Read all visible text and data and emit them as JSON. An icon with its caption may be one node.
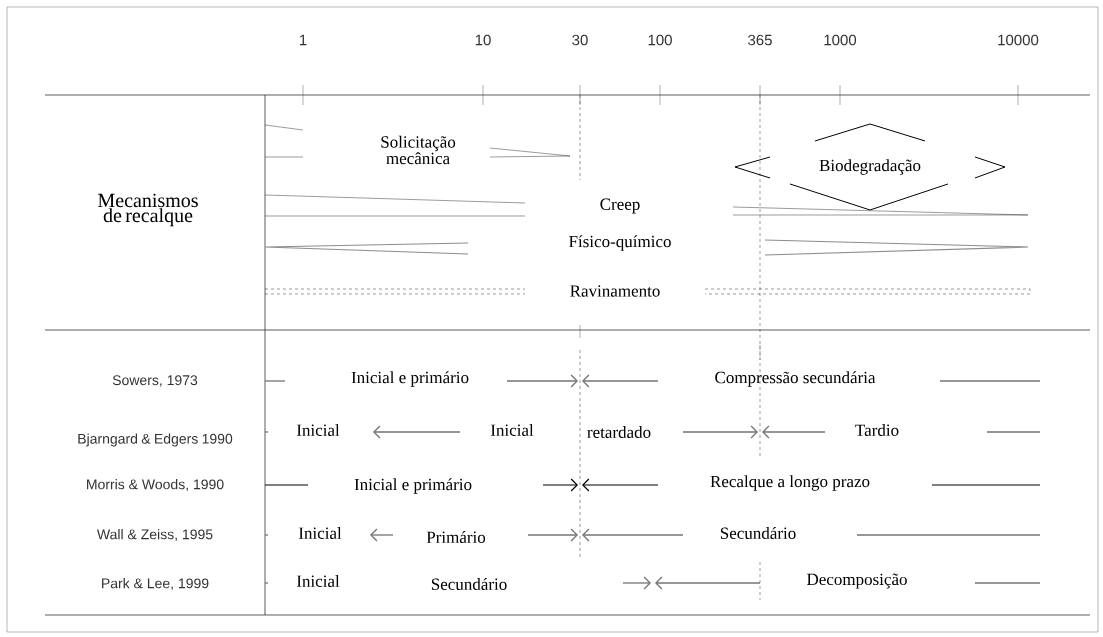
{
  "diagram": {
    "nodes": [
      {
        "text": [
          "Biodegradação"
        ]
      }
    ],
    "labels": [
      "1",
      "10",
      "30",
      "100",
      "365",
      "1000",
      "10000",
      "Mecanismos de recalque",
      "Solicitação mecânica",
      "Creep",
      "Físico-químico",
      "Ravinamento",
      "Sowers, 1973",
      "Inicial e primário",
      "Compressão secundária",
      "Bjarngard & Edgers 1990",
      "Inicial",
      "Inicial",
      "retardado",
      "Tardio",
      "Morris & Woods, 1990",
      "Inicial e primário",
      "Recalque a longo prazo",
      "Wall & Zeiss, 1995",
      "Inicial",
      "Primário",
      "Secundário",
      "Park & Lee, 1999",
      "Inicial",
      "Secundário",
      "Decomposição"
    ]
  }
}
